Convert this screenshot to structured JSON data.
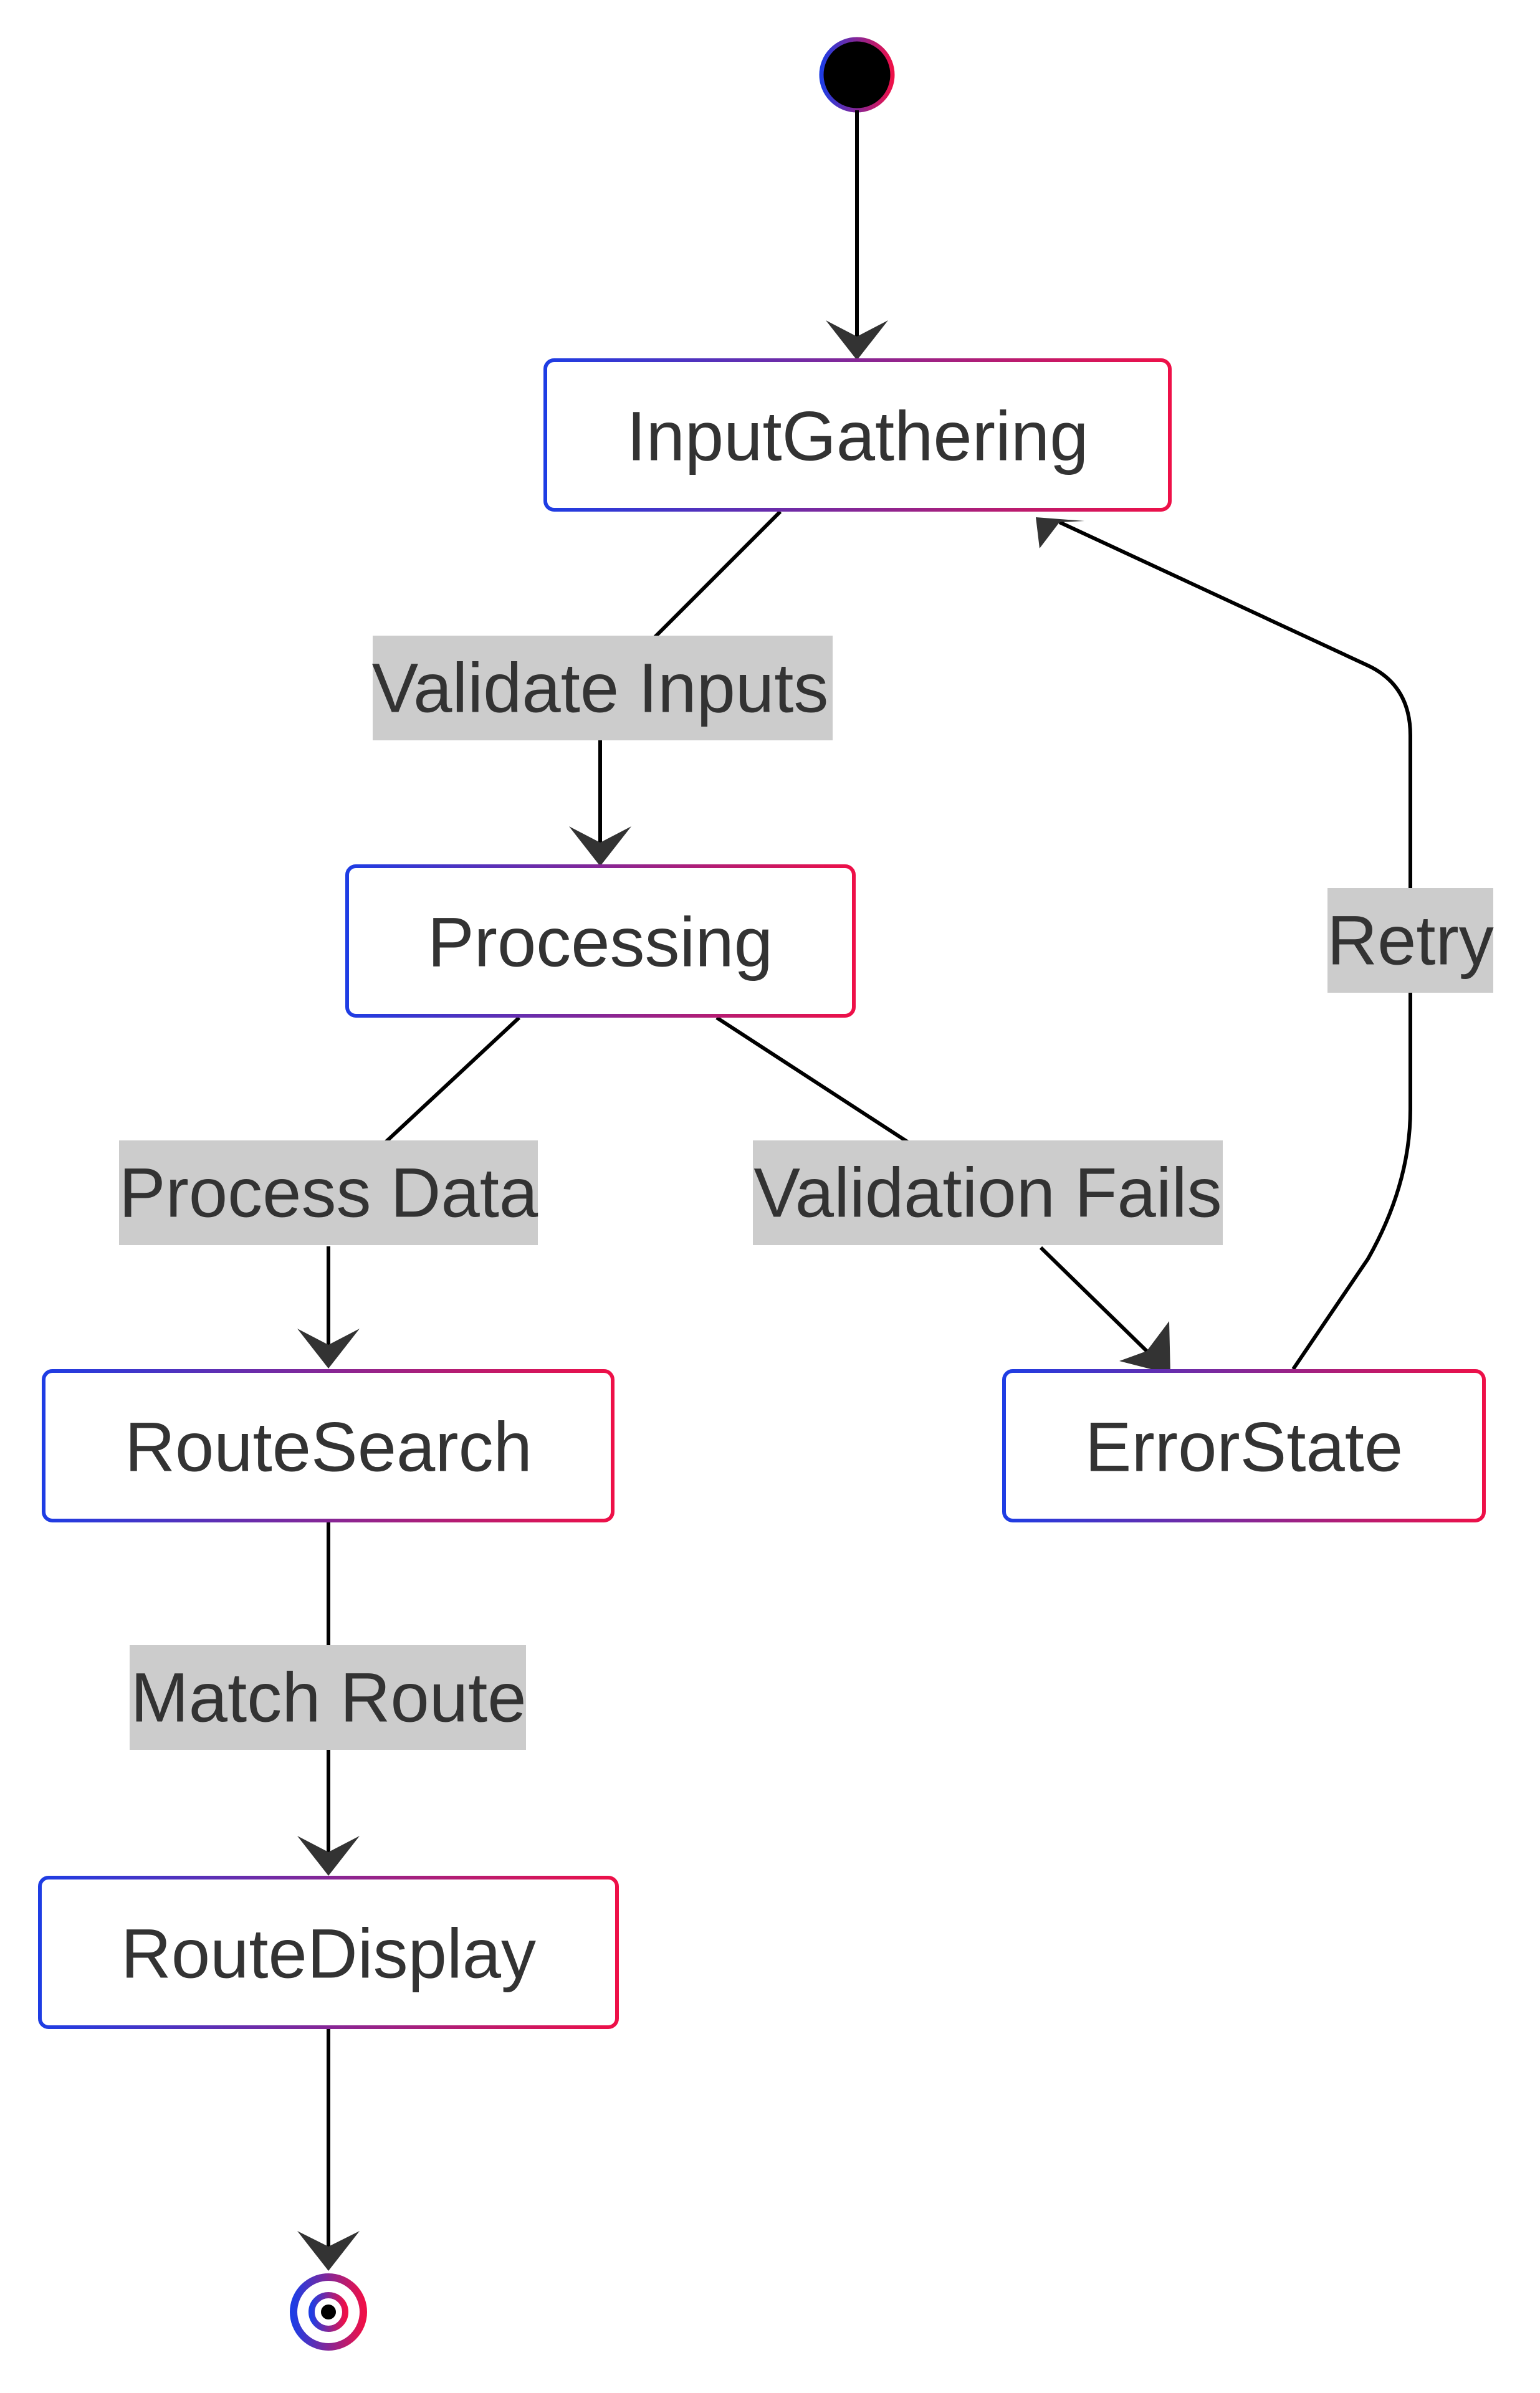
{
  "diagram": {
    "states": {
      "input_gathering": "InputGathering",
      "processing": "Processing",
      "route_search": "RouteSearch",
      "route_display": "RouteDisplay",
      "error_state": "ErrorState"
    },
    "transitions": {
      "validate_inputs": "Validate Inputs",
      "process_data": "Process Data",
      "validation_fails": "Validation Fails",
      "match_route": "Match Route",
      "retry": "Retry"
    },
    "colors": {
      "border_start": "#1e3de4",
      "border_end": "#ee1048",
      "label_background": "#cccccc",
      "text": "#333333",
      "edge": "#000000",
      "arrowhead": "#333333",
      "start_node": "#000000"
    }
  }
}
